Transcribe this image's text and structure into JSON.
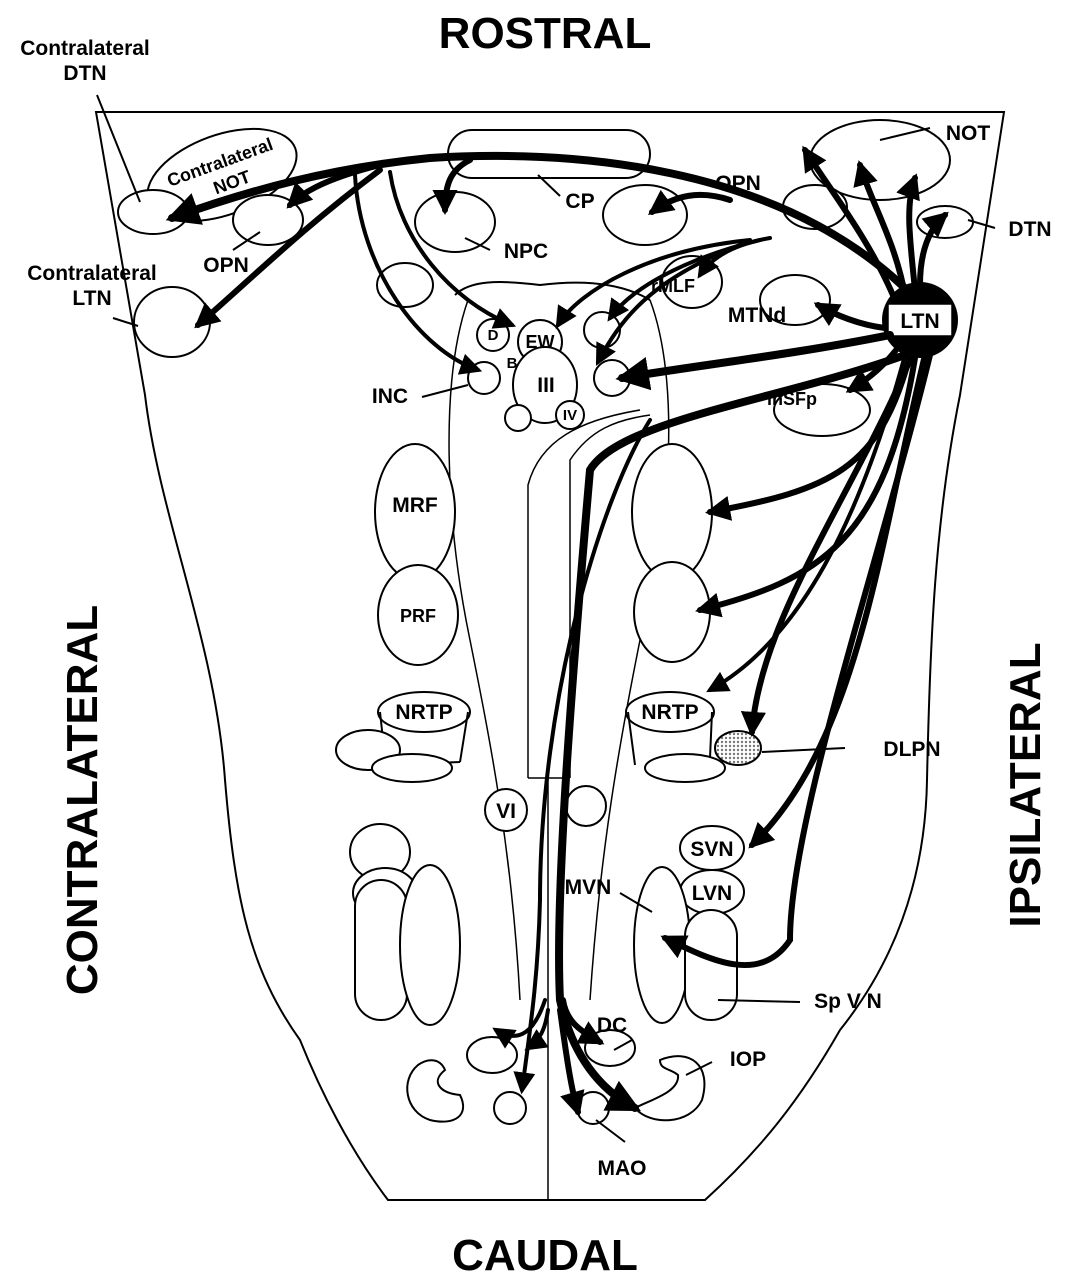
{
  "orientation": {
    "top": "ROSTRAL",
    "bottom": "CAUDAL",
    "left": "CONTRALATERAL",
    "right": "IPSILATERAL"
  },
  "labels": {
    "contra_dtn_1": "Contralateral",
    "contra_dtn_2": "DTN",
    "contra_not_1": "Contralateral",
    "contra_not_2": "NOT",
    "contra_ltn_1": "Contralateral",
    "contra_ltn_2": "LTN",
    "opn_left": "OPN",
    "cp": "CP",
    "npc": "NPC",
    "opn_right": "OPN",
    "not_right": "NOT",
    "dtn_right": "DTN",
    "rmlf": "rMLF",
    "mtnd": "MTNd",
    "ltn": "LTN",
    "insfp": "inSFp",
    "d": "D",
    "ew": "EW",
    "b": "B",
    "iii": "III",
    "iv": "IV",
    "inc": "INC",
    "mrf": "MRF",
    "prf": "PRF",
    "nrtp_left": "NRTP",
    "nrtp_right": "NRTP",
    "dlpn": "DLPN",
    "vi": "VI",
    "svn": "SVN",
    "lvn": "LVN",
    "mvn": "MVN",
    "spvn": "Sp  V N",
    "dc": "DC",
    "iop": "IOP",
    "mao": "MAO"
  },
  "colors": {
    "ink": "#000000",
    "background": "#ffffff",
    "dlpn_fill": "#9a9a9a"
  }
}
